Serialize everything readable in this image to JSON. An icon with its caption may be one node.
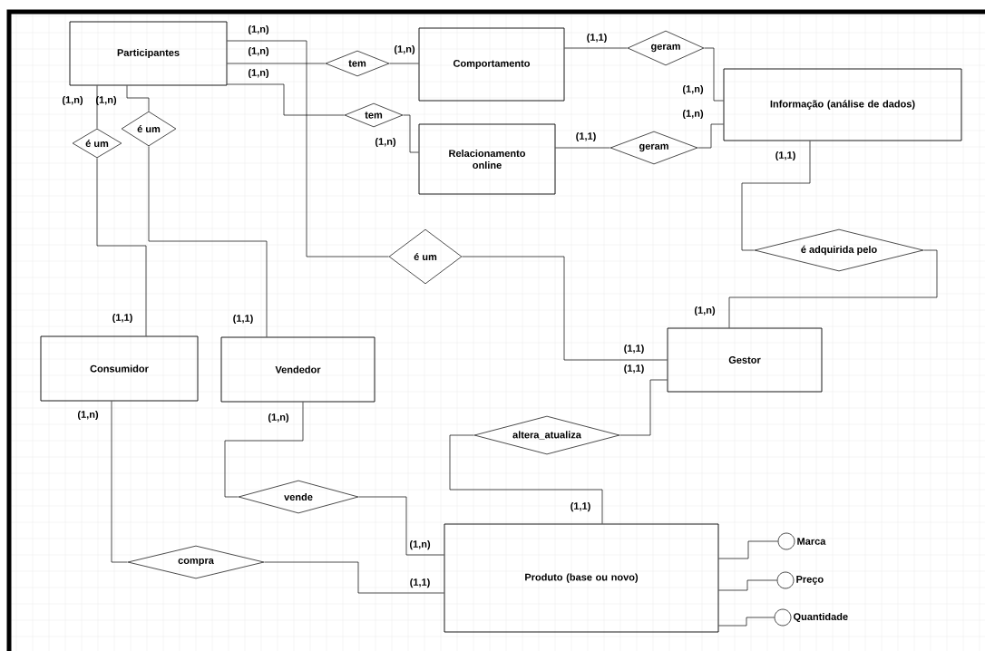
{
  "diagram": {
    "nodes": [
      {
        "text": [
          "Participantes"
        ]
      },
      {
        "text": [
          "Comportamento"
        ]
      },
      {
        "text": [
          "Informação (análise de dados)"
        ]
      },
      {
        "text": [
          "Relacionamento online"
        ]
      },
      {
        "text": [
          "Gestor"
        ]
      },
      {
        "text": [
          "Consumidor"
        ]
      },
      {
        "text": [
          "Vendedor"
        ]
      },
      {
        "text": [
          "Produto (base ou novo)"
        ]
      },
      {
        "text": [
          "tem"
        ]
      },
      {
        "text": [
          "geram"
        ]
      },
      {
        "text": [
          "tem"
        ]
      },
      {
        "text": [
          "geram"
        ]
      },
      {
        "text": [
          "é um"
        ]
      },
      {
        "text": [
          "é um"
        ]
      },
      {
        "text": [
          "é um"
        ]
      },
      {
        "text": [
          "é adquirida pelo"
        ]
      },
      {
        "text": [
          "altera_atualiza"
        ]
      },
      {
        "text": [
          "vende"
        ]
      },
      {
        "text": [
          "compra"
        ]
      },
      {
        "text": [
          "Marca"
        ]
      },
      {
        "text": [
          "Preço"
        ]
      },
      {
        "text": [
          "Quantidade"
        ]
      }
    ],
    "edges": [
      {
        "from": 0,
        "to": 14,
        "arrow": "none",
        "label": "(1,n)"
      },
      {
        "from": 0,
        "to": 8,
        "arrow": "none",
        "label": "(1,n)"
      },
      {
        "from": 8,
        "to": 1,
        "arrow": "none",
        "label": "(1,n)"
      },
      {
        "from": 1,
        "to": 9,
        "arrow": "none",
        "label": "(1,1)"
      },
      {
        "from": 9,
        "to": 2,
        "arrow": "none",
        "label": "(1,n)"
      },
      {
        "from": 0,
        "to": 10,
        "arrow": "none",
        "label": "(1,n)"
      },
      {
        "from": 10,
        "to": 3,
        "arrow": "none",
        "label": "(1,n)"
      },
      {
        "from": 3,
        "to": 11,
        "arrow": "none",
        "label": "(1,1)"
      },
      {
        "from": 11,
        "to": 2,
        "arrow": "none",
        "label": "(1,n)"
      },
      {
        "from": 0,
        "to": 12,
        "arrow": "none",
        "label": "(1,n)"
      },
      {
        "from": 0,
        "to": 13,
        "arrow": "none",
        "label": "(1,n)"
      },
      {
        "from": 12,
        "to": 5,
        "arrow": "none",
        "label": "(1,1)"
      },
      {
        "from": 13,
        "to": 6,
        "arrow": "none",
        "label": "(1,1)"
      },
      {
        "from": 14,
        "to": 4,
        "arrow": "none",
        "label": "(1,1)"
      },
      {
        "from": 2,
        "to": 15,
        "arrow": "none",
        "label": "(1,1)"
      },
      {
        "from": 15,
        "to": 4,
        "arrow": "none",
        "label": "(1,n)"
      },
      {
        "from": 4,
        "to": 16,
        "arrow": "none",
        "label": "(1,1)"
      },
      {
        "from": 16,
        "to": 7,
        "arrow": "none",
        "label": "(1,1)"
      },
      {
        "from": 6,
        "to": 17,
        "arrow": "none",
        "label": "(1,n)"
      },
      {
        "from": 17,
        "to": 7,
        "arrow": "none",
        "label": "(1,n)"
      },
      {
        "from": 5,
        "to": 18,
        "arrow": "none",
        "label": "(1,n)"
      },
      {
        "from": 18,
        "to": 7,
        "arrow": "none",
        "label": "(1,1)"
      },
      {
        "from": 7,
        "to": 19,
        "arrow": "none"
      },
      {
        "from": 7,
        "to": 20,
        "arrow": "none"
      },
      {
        "from": 7,
        "to": 21,
        "arrow": "none"
      }
    ]
  }
}
